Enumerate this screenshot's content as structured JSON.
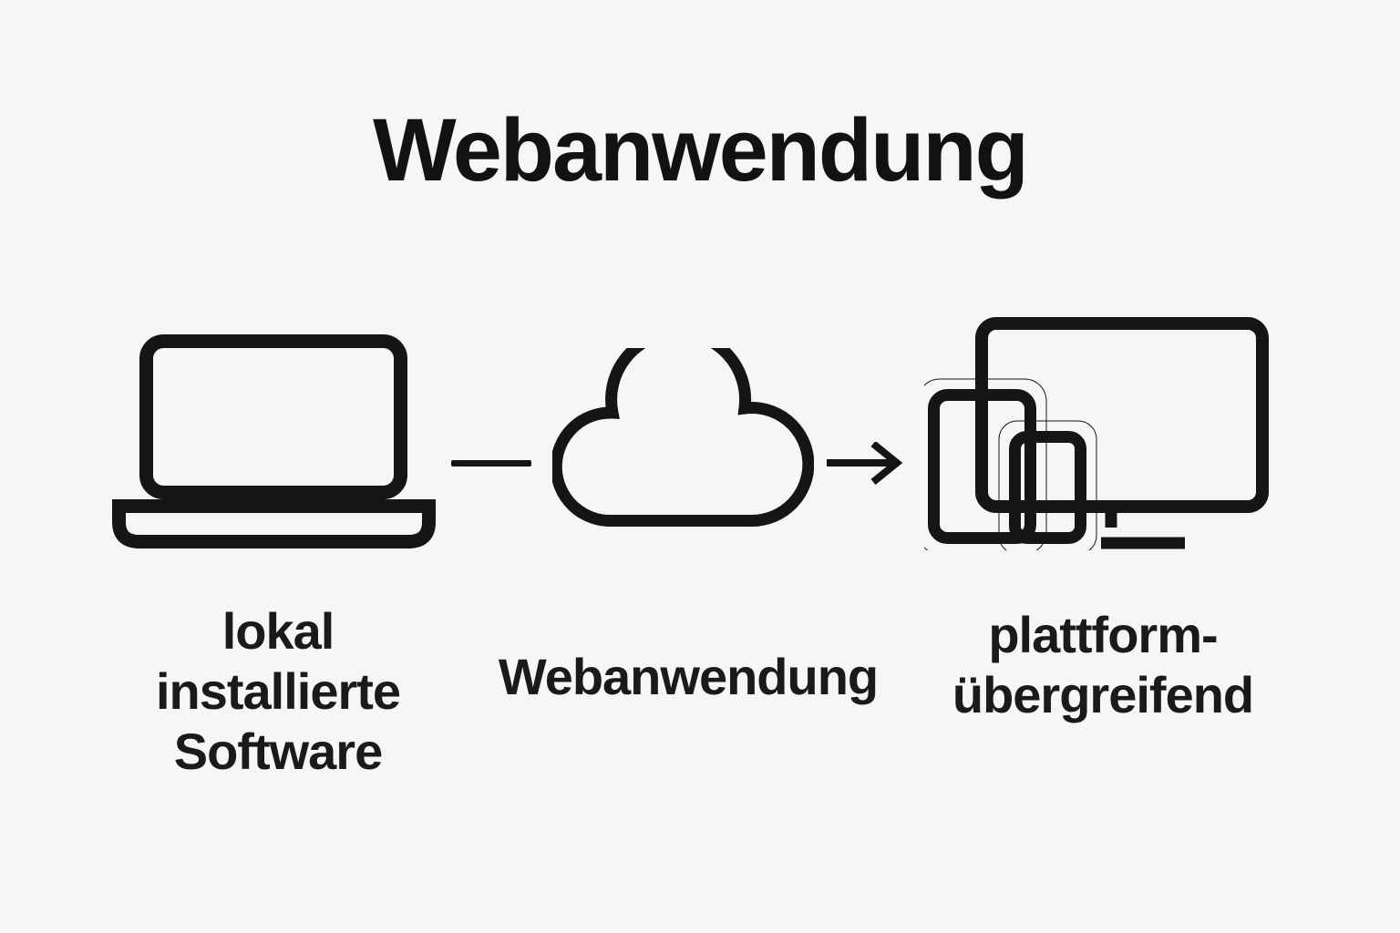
{
  "title": "Webanwendung",
  "colors": {
    "background": "#f7f6f4",
    "ink": "#151515"
  },
  "diagram": {
    "nodes": [
      {
        "id": "local-software",
        "icon": "laptop-icon",
        "label": "lokal\ninstallierte\nSoftware"
      },
      {
        "id": "web-application",
        "icon": "cloud-icon",
        "label": "Webanwendung"
      },
      {
        "id": "cross-platform",
        "icon": "devices-icon",
        "label": "plattform-\nübergreifend"
      }
    ],
    "connectors": [
      {
        "from": "local-software",
        "to": "web-application",
        "type": "line"
      },
      {
        "from": "web-application",
        "to": "cross-platform",
        "type": "arrow"
      }
    ]
  }
}
